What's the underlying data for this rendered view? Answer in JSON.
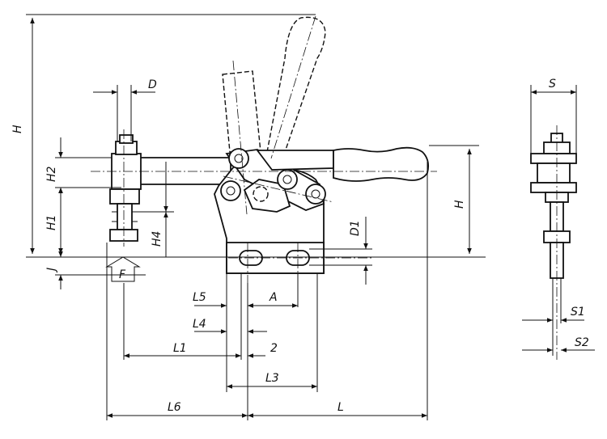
{
  "labels": {
    "H_left": "H",
    "H_right": "H",
    "H1": "H1",
    "H2": "H2",
    "H4": "H4",
    "D": "D",
    "D1": "D1",
    "J": "J",
    "F": "F",
    "L5": "L5",
    "A": "A",
    "L4": "L4",
    "L1": "L1",
    "two": "2",
    "L3": "L3",
    "L6": "L6",
    "L": "L",
    "S": "S",
    "S1": "S1",
    "S2": "S2"
  }
}
